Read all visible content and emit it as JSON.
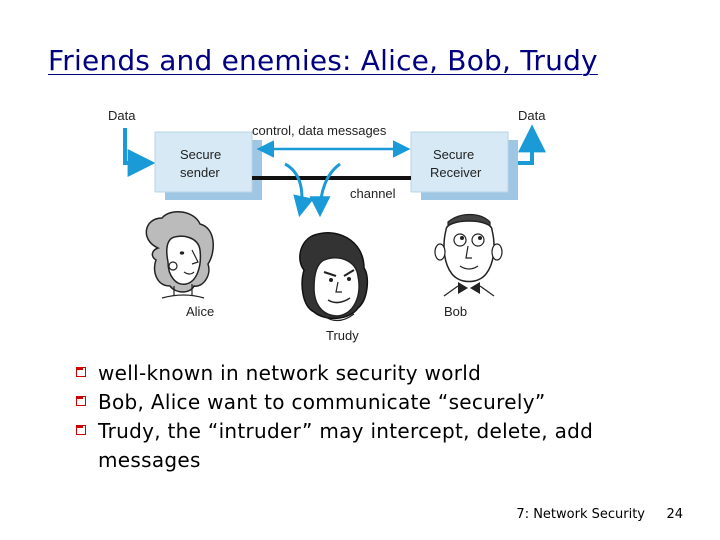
{
  "slide": {
    "title": "Friends and enemies: Alice, Bob, Trudy",
    "footer_chapter": "7: Network Security",
    "page_number": "24"
  },
  "diagram": {
    "data_left": "Data",
    "data_right": "Data",
    "messages_label": "control, data messages",
    "sender_line1": "Secure",
    "sender_line2": "sender",
    "receiver_line1": "Secure",
    "receiver_line2": "Receiver",
    "channel_label": "channel",
    "alice_label": "Alice",
    "trudy_label": "Trudy",
    "bob_label": "Bob"
  },
  "bullets": [
    "well-known in network security world",
    "Bob, Alice want to communicate “securely”",
    "Trudy, the “intruder” may intercept, delete, add messages"
  ],
  "colors": {
    "title": "#000080",
    "bullet_marker": "#cc0000",
    "arrow": "#1a9bd7",
    "box_fill": "#d6e9f5"
  }
}
